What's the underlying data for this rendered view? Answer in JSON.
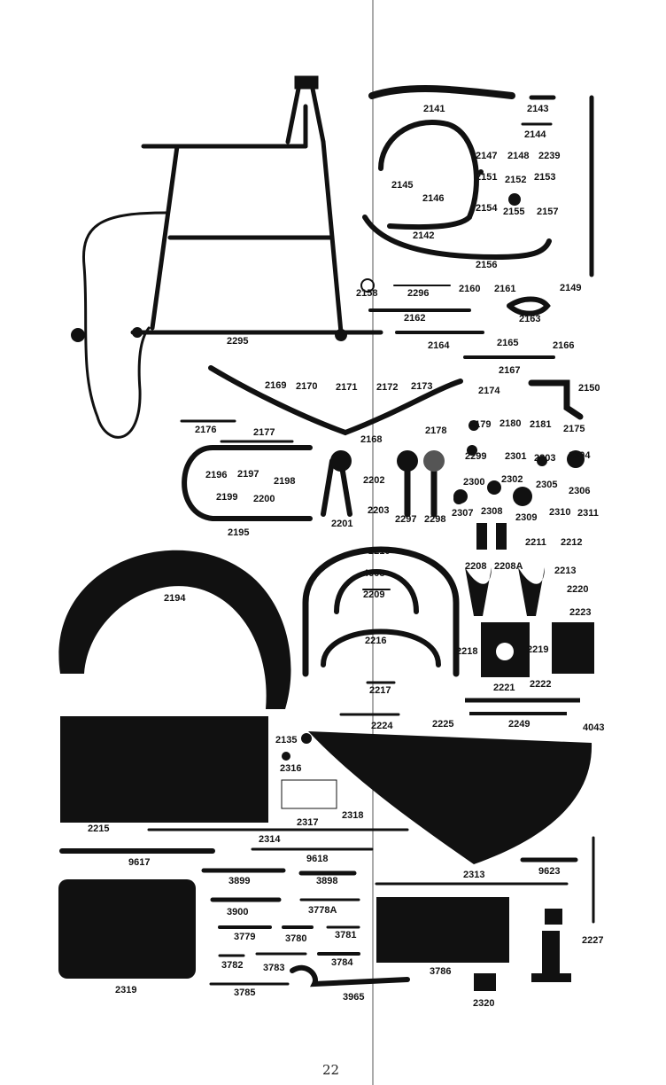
{
  "page_number": "22",
  "parts": [
    {
      "key": "p2141",
      "label": "2141"
    },
    {
      "key": "p2143",
      "label": "2143"
    },
    {
      "key": "p2144",
      "label": "2144"
    },
    {
      "key": "p2147",
      "label": "2147"
    },
    {
      "key": "p2148",
      "label": "2148"
    },
    {
      "key": "p2239",
      "label": "2239"
    },
    {
      "key": "p2151",
      "label": "2151"
    },
    {
      "key": "p2152",
      "label": "2152"
    },
    {
      "key": "p2153",
      "label": "2153"
    },
    {
      "key": "p2145",
      "label": "2145"
    },
    {
      "key": "p2146",
      "label": "2146"
    },
    {
      "key": "p2154",
      "label": "2154"
    },
    {
      "key": "p2155",
      "label": "2155"
    },
    {
      "key": "p2157",
      "label": "2157"
    },
    {
      "key": "p2142",
      "label": "2142"
    },
    {
      "key": "p2156",
      "label": "2156"
    },
    {
      "key": "p2149",
      "label": "2149"
    },
    {
      "key": "p2158",
      "label": "2158"
    },
    {
      "key": "p2296",
      "label": "2296"
    },
    {
      "key": "p2160",
      "label": "2160"
    },
    {
      "key": "p2161",
      "label": "2161"
    },
    {
      "key": "p2162",
      "label": "2162"
    },
    {
      "key": "p2163",
      "label": "2163"
    },
    {
      "key": "p2295",
      "label": "2295"
    },
    {
      "key": "p2164",
      "label": "2164"
    },
    {
      "key": "p2165",
      "label": "2165"
    },
    {
      "key": "p2166",
      "label": "2166"
    },
    {
      "key": "p2167",
      "label": "2167"
    },
    {
      "key": "p2169",
      "label": "2169"
    },
    {
      "key": "p2170",
      "label": "2170"
    },
    {
      "key": "p2171",
      "label": "2171"
    },
    {
      "key": "p2172",
      "label": "2172"
    },
    {
      "key": "p2173",
      "label": "2173"
    },
    {
      "key": "p2174",
      "label": "2174"
    },
    {
      "key": "p2150",
      "label": "2150"
    },
    {
      "key": "p2176",
      "label": "2176"
    },
    {
      "key": "p2177",
      "label": "2177"
    },
    {
      "key": "p2168",
      "label": "2168"
    },
    {
      "key": "p2178",
      "label": "2178"
    },
    {
      "key": "p2179",
      "label": "2179"
    },
    {
      "key": "p2180",
      "label": "2180"
    },
    {
      "key": "p2181",
      "label": "2181"
    },
    {
      "key": "p2175",
      "label": "2175"
    },
    {
      "key": "p2299",
      "label": "2299"
    },
    {
      "key": "p2301",
      "label": "2301"
    },
    {
      "key": "p2303",
      "label": "2303"
    },
    {
      "key": "p2304",
      "label": "2304"
    },
    {
      "key": "p2196",
      "label": "2196"
    },
    {
      "key": "p2197",
      "label": "2197"
    },
    {
      "key": "p2198",
      "label": "2198"
    },
    {
      "key": "p2202",
      "label": "2202"
    },
    {
      "key": "p2300",
      "label": "2300"
    },
    {
      "key": "p2302",
      "label": "2302"
    },
    {
      "key": "p2305",
      "label": "2305"
    },
    {
      "key": "p2306",
      "label": "2306"
    },
    {
      "key": "p2199",
      "label": "2199"
    },
    {
      "key": "p2200",
      "label": "2200"
    },
    {
      "key": "p2203",
      "label": "2203"
    },
    {
      "key": "p2307",
      "label": "2307"
    },
    {
      "key": "p2308",
      "label": "2308"
    },
    {
      "key": "p2309",
      "label": "2309"
    },
    {
      "key": "p2310",
      "label": "2310"
    },
    {
      "key": "p2311",
      "label": "2311"
    },
    {
      "key": "p2201",
      "label": "2201"
    },
    {
      "key": "p2297",
      "label": "2297"
    },
    {
      "key": "p2298",
      "label": "2298"
    },
    {
      "key": "p2195",
      "label": "2195"
    },
    {
      "key": "p2211",
      "label": "2211"
    },
    {
      "key": "p2212",
      "label": "2212"
    },
    {
      "key": "p2210",
      "label": "2210"
    },
    {
      "key": "p2208",
      "label": "2208"
    },
    {
      "key": "p2208A",
      "label": "2208A"
    },
    {
      "key": "p2213",
      "label": "2213"
    },
    {
      "key": "p4008",
      "label": "4008"
    },
    {
      "key": "p2209",
      "label": "2209"
    },
    {
      "key": "p2220",
      "label": "2220"
    },
    {
      "key": "p2194",
      "label": "2194"
    },
    {
      "key": "p2223",
      "label": "2223"
    },
    {
      "key": "p2216",
      "label": "2216"
    },
    {
      "key": "p2218",
      "label": "2218"
    },
    {
      "key": "p2219",
      "label": "2219"
    },
    {
      "key": "p2221",
      "label": "2221"
    },
    {
      "key": "p2222",
      "label": "2222"
    },
    {
      "key": "p2217",
      "label": "2217"
    },
    {
      "key": "p2224",
      "label": "2224"
    },
    {
      "key": "p2225",
      "label": "2225"
    },
    {
      "key": "p2249",
      "label": "2249"
    },
    {
      "key": "p4043",
      "label": "4043"
    },
    {
      "key": "p2135",
      "label": "2135"
    },
    {
      "key": "p2316",
      "label": "2316"
    },
    {
      "key": "p2318",
      "label": "2318"
    },
    {
      "key": "p2215",
      "label": "2215"
    },
    {
      "key": "p2317",
      "label": "2317"
    },
    {
      "key": "p2314",
      "label": "2314"
    },
    {
      "key": "p9617",
      "label": "9617"
    },
    {
      "key": "p9618",
      "label": "9618"
    },
    {
      "key": "p2313",
      "label": "2313"
    },
    {
      "key": "p9623",
      "label": "9623"
    },
    {
      "key": "p3899",
      "label": "3899"
    },
    {
      "key": "p3898",
      "label": "3898"
    },
    {
      "key": "p3900",
      "label": "3900"
    },
    {
      "key": "p3778A",
      "label": "3778A"
    },
    {
      "key": "p3779",
      "label": "3779"
    },
    {
      "key": "p3780",
      "label": "3780"
    },
    {
      "key": "p3781",
      "label": "3781"
    },
    {
      "key": "p2227",
      "label": "2227"
    },
    {
      "key": "p3782",
      "label": "3782"
    },
    {
      "key": "p3783",
      "label": "3783"
    },
    {
      "key": "p3784",
      "label": "3784"
    },
    {
      "key": "p3786",
      "label": "3786"
    },
    {
      "key": "p2319",
      "label": "2319"
    },
    {
      "key": "p3785",
      "label": "3785"
    },
    {
      "key": "p3965",
      "label": "3965"
    },
    {
      "key": "p2320",
      "label": "2320"
    }
  ]
}
